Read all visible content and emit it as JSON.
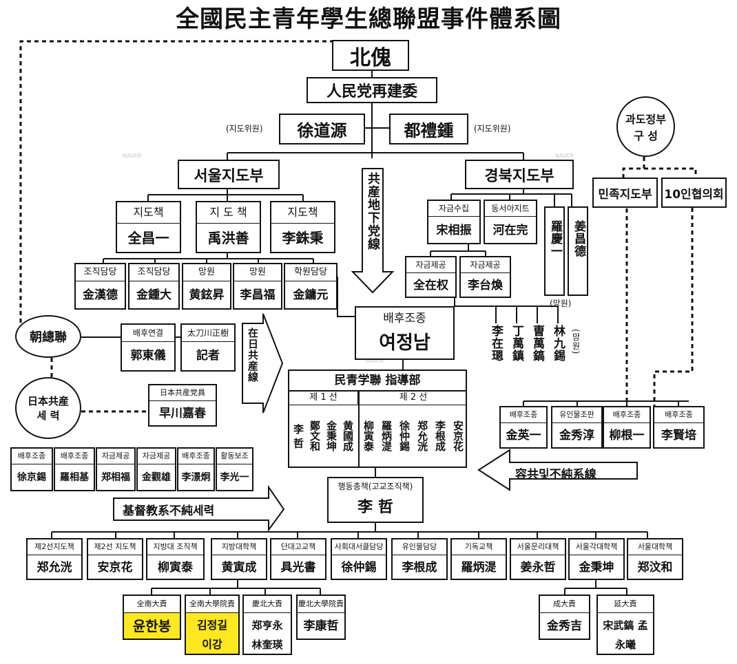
{
  "title": "全國民主青年學生總聯盟事件體系圖",
  "nodes": {
    "bukgoe": "北傀",
    "inmindang": "人民党再建委",
    "seo_doweon": "徐道源",
    "do_yejong": "都禮鍾",
    "jido_left": "(지도위원)",
    "jido_right": "(지도위원)",
    "seoul_jidobu": "서울지도부",
    "gyeongbuk_jidobu": "경북지도부",
    "gongsan_label": "共産地下党線",
    "gwado_top": "과도정부",
    "gwado_bottom": "구 성",
    "minjok_jidobu": "민족지도부",
    "ten_hyeop": "10인협의회",
    "chochongryeon": "朝總聯",
    "ilbon_top": "日本共産",
    "ilbon_bottom": "세 력",
    "jaeil_label": "在日共産線",
    "baehu_top": "배후조종",
    "baehu_name": "여정남",
    "minchung_top": "民青学聯 指導部",
    "line1": "제 1 선",
    "line2": "제 2 선",
    "yongong": "容共및不純系線",
    "gidok": "基督教系不純세력",
    "haengdong_top": "행동총책(고교조직책)",
    "haengdong_name": "李 哲",
    "mangwon_label": "(망원)",
    "mangwon_label2": "(망원)"
  },
  "seoul_jido": [
    {
      "role": "지도책",
      "name": "全昌一"
    },
    {
      "role": "지 도 책",
      "name": "禹洪善"
    },
    {
      "role": "지도책",
      "name": "李銖秉"
    }
  ],
  "seoul_sub": [
    {
      "role": "조직담당",
      "name": "金漢德"
    },
    {
      "role": "조직담당",
      "name": "金鍾大"
    },
    {
      "role": "망원",
      "name": "黄鉉昇"
    },
    {
      "role": "망원",
      "name": "李昌福"
    },
    {
      "role": "학원담당",
      "name": "金鏞元"
    }
  ],
  "gb_top": [
    {
      "role": "자금수집",
      "name": "宋相振"
    },
    {
      "role": "동서아지트",
      "name": "河在完"
    }
  ],
  "gb_mid": [
    {
      "role": "자금제공",
      "name": "全在权"
    },
    {
      "role": "자금제공",
      "name": "李台煥"
    }
  ],
  "gb_vert": [
    "羅慶一",
    "姜昌德"
  ],
  "gb_names": [
    "李在𤨒",
    "丁萬鎮",
    "曺萬鎬",
    "林九錫"
  ],
  "chochongryeon_sub": [
    {
      "role": "배후연결",
      "name": "郭東儀"
    },
    {
      "role": "太刀川正樹",
      "name": "記者"
    }
  ],
  "ilbon_sub": {
    "role": "日本共産党員",
    "name": "早川嘉春"
  },
  "left_row": [
    {
      "role": "배후조종",
      "name": "徐京錫"
    },
    {
      "role": "배후조종",
      "name": "羅相基"
    },
    {
      "role": "자금제공",
      "name": "郑相福"
    },
    {
      "role": "자금제공",
      "name": "金觀雄"
    },
    {
      "role": "배후조종",
      "name": "李澋炯"
    },
    {
      "role": "활동보조",
      "name": "李光一"
    }
  ],
  "line1_names": [
    "李 哲",
    "鄭文和",
    "金秉坤",
    "黄國成"
  ],
  "line2_names": [
    "柳寅泰",
    "羅炳湜",
    "徐仲錫",
    "郑允洸",
    "李根成",
    "安京花"
  ],
  "right_row": [
    {
      "role": "배후조종",
      "name": "金英一"
    },
    {
      "role": "유인물조판",
      "name": "金秀淳"
    },
    {
      "role": "배후조종",
      "name": "柳根一"
    },
    {
      "role": "배후조종",
      "name": "李賢培"
    }
  ],
  "bottom_row": [
    {
      "role": "제2선지도책",
      "name": "郑允洸"
    },
    {
      "role": "제2선 지도책",
      "name": "安京花"
    },
    {
      "role": "지방대 조직책",
      "name": "柳寅泰"
    },
    {
      "role": "지방대학책",
      "name": "黄寅成"
    },
    {
      "role": "단대고교책",
      "name": "具光書"
    },
    {
      "role": "사회대서클담당",
      "name": "徐仲錫"
    },
    {
      "role": "유인물담당",
      "name": "李根成"
    },
    {
      "role": "기독교책",
      "name": "羅炳湜"
    },
    {
      "role": "서울문리대책",
      "name": "姜永哲"
    },
    {
      "role": "서울각대학책",
      "name": "金秉坤"
    },
    {
      "role": "서울대학책",
      "name": "郑汶和"
    }
  ],
  "leaf_left": [
    {
      "role": "全南大責",
      "name": "윤한봉"
    },
    {
      "role": "全南大學院責",
      "name": "김정길 이강"
    },
    {
      "role": "慶北大責",
      "name": "郑亨永 林奎瑛"
    },
    {
      "role": "慶北大學院責",
      "name": "李康哲"
    }
  ],
  "leaf_right": [
    {
      "role": "成大責",
      "name": "金秀吉"
    },
    {
      "role": "延大責",
      "name": "宋武鎬 孟永曦"
    }
  ],
  "watermark": "NAVER",
  "colors": {
    "ink": "#111111",
    "highlight": "#ffe81f",
    "paper": "#ffffff"
  }
}
